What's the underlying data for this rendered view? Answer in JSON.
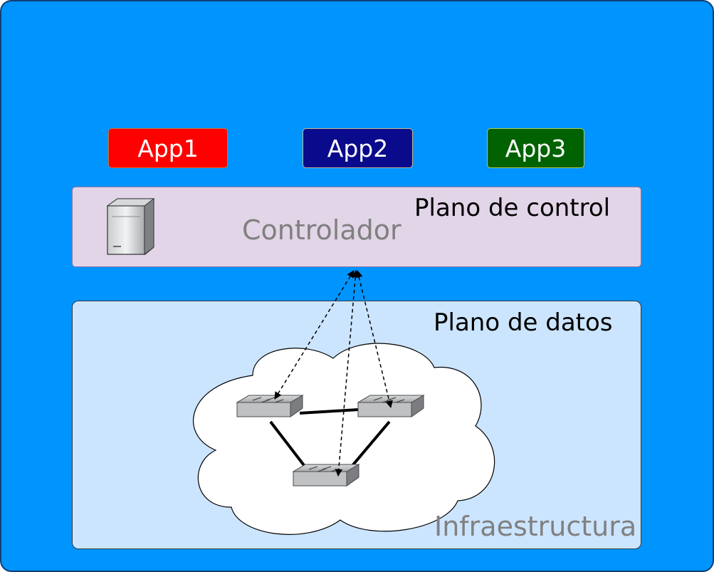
{
  "apps": [
    {
      "label": "App1",
      "color": "#ff0000"
    },
    {
      "label": "App2",
      "color": "#0a0a8c"
    },
    {
      "label": "App3",
      "color": "#006200"
    }
  ],
  "control_plane": {
    "title": "Plano de control",
    "controller_label": "Controlador",
    "icon": "server-icon",
    "fill": "#e1d5e7"
  },
  "data_plane": {
    "title": "Plano de datos",
    "infrastructure_label": "Infraestructura",
    "icon": "cloud-icon",
    "fill": "#cce5ff",
    "switches": [
      "switch-icon",
      "switch-icon",
      "switch-icon"
    ]
  },
  "background_color": "#0094ff"
}
